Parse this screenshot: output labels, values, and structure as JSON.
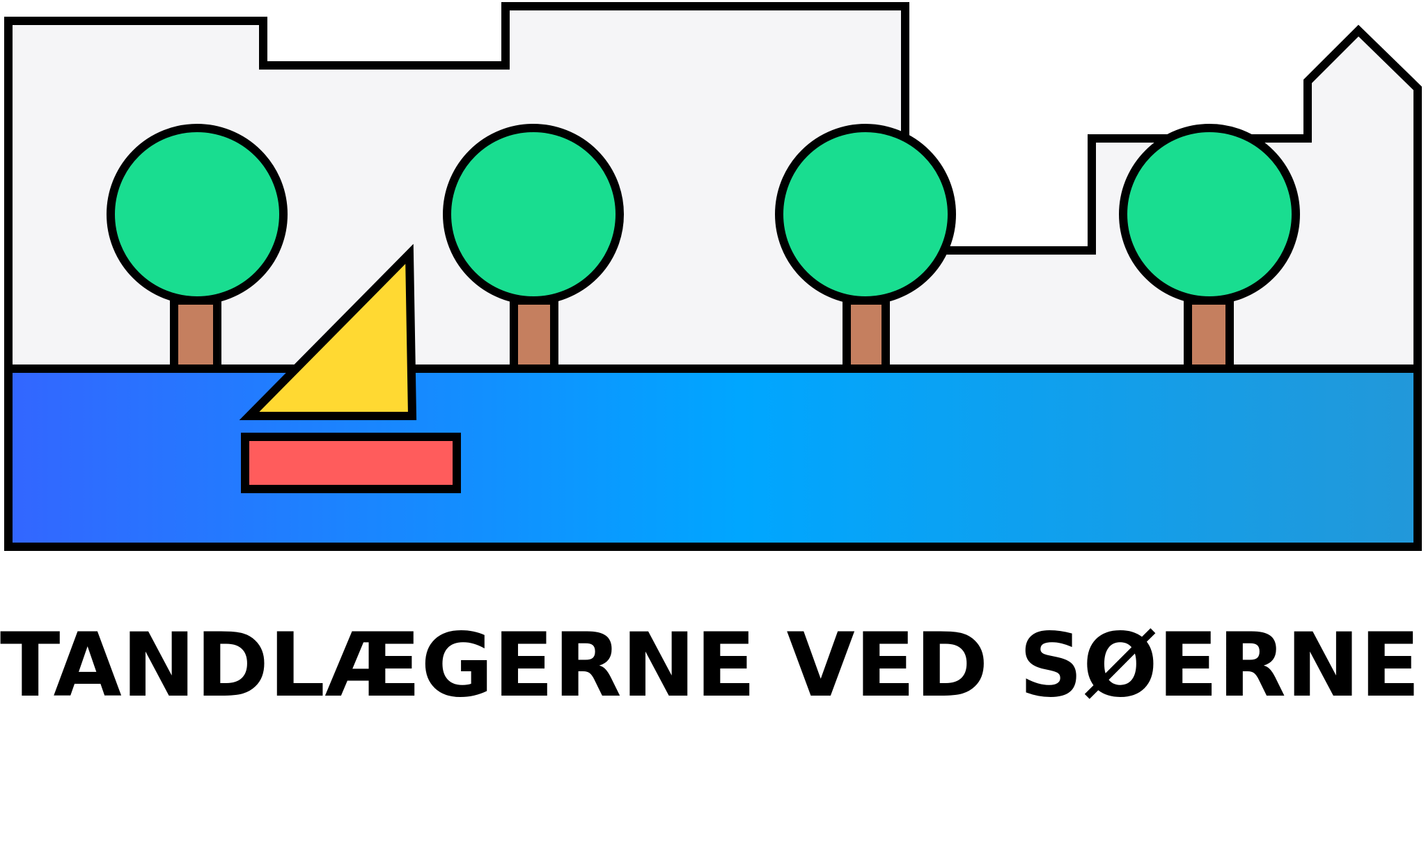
{
  "logo": {
    "name": "TANDLÆGERNE VED SØERNE",
    "colors": {
      "outline": "#000000",
      "building": "#f5f5f7",
      "tree_crown": "#19dd90",
      "tree_trunk": "#c57f5f",
      "sail": "#ffd932",
      "boat_hull": "#ff5c5c",
      "lake_left": "#3366ff",
      "lake_mid": "#00a6ff",
      "lake_right": "#2298d9",
      "background": "#ffffff"
    },
    "icons": [
      "skyline-buildings",
      "tree",
      "tree",
      "tree",
      "tree",
      "sailboat",
      "lake"
    ]
  }
}
